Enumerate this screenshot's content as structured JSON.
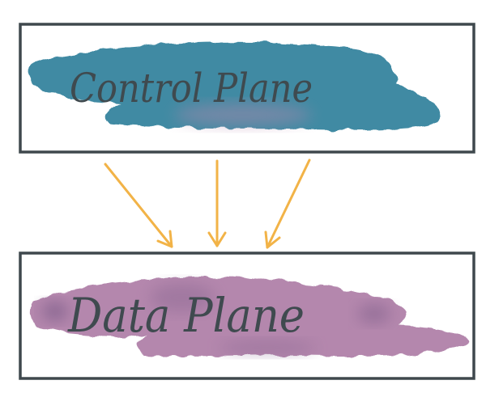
{
  "control_plane": {
    "label": "Control Plane",
    "wash_color": "#3f8aa3",
    "accent_color": "#b487ad"
  },
  "data_plane": {
    "label": "Data Plane",
    "wash_color": "#b487ad",
    "accent_color": "#7f5e8a"
  },
  "frame_color": "#3f484d",
  "arrow_color": "#f2b347",
  "arrows": {
    "count": 3
  }
}
